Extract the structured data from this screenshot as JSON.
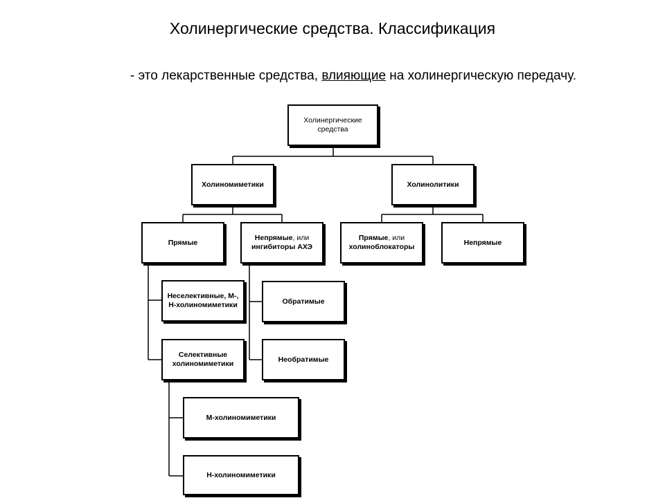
{
  "title": "Холинергические средства. Классификация",
  "subtitle": {
    "before": "- это лекарственные средства, ",
    "underlined": "влияющие",
    "after": " на холинергическую передачу."
  },
  "nodes": {
    "root": "Холинергические средства",
    "cholinomimetics": "Холиномиметики",
    "cholinolytics": "Холинолитики",
    "direct": "Прямые",
    "indirect": {
      "bold": "Непрямые",
      "normal": ", или",
      "bold2": "ингибиторы АХЭ"
    },
    "direct_blockers": {
      "bold": "Прямые",
      "normal": ", или",
      "bold2": "холиноблокаторы"
    },
    "indirect_lytics": "Непрямые",
    "nonselective": "Неселективные, М-, Н-холиномиметики",
    "selective": "Селективные холиномиметики",
    "reversible": "Обратимые",
    "irreversible": "Необратимые",
    "m_cholinomimetics": "М-холиномиметики",
    "n_cholinomimetics": "Н-холиномиметики"
  }
}
